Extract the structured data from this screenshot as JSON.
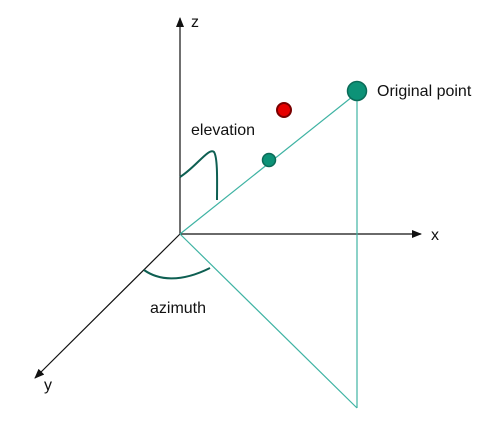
{
  "labels": {
    "z_axis": "z",
    "x_axis": "x",
    "y_axis": "y",
    "elevation": "elevation",
    "azimuth": "azimuth",
    "original_point": "Original point"
  },
  "colors": {
    "axis": "#111111",
    "projection_line": "#3fb3a3",
    "arc": "#0e5f52",
    "point_fill": "#0d9277",
    "point_stroke": "#0b6b58",
    "highlight_fill": "#e60000",
    "highlight_stroke": "#7a0000"
  }
}
